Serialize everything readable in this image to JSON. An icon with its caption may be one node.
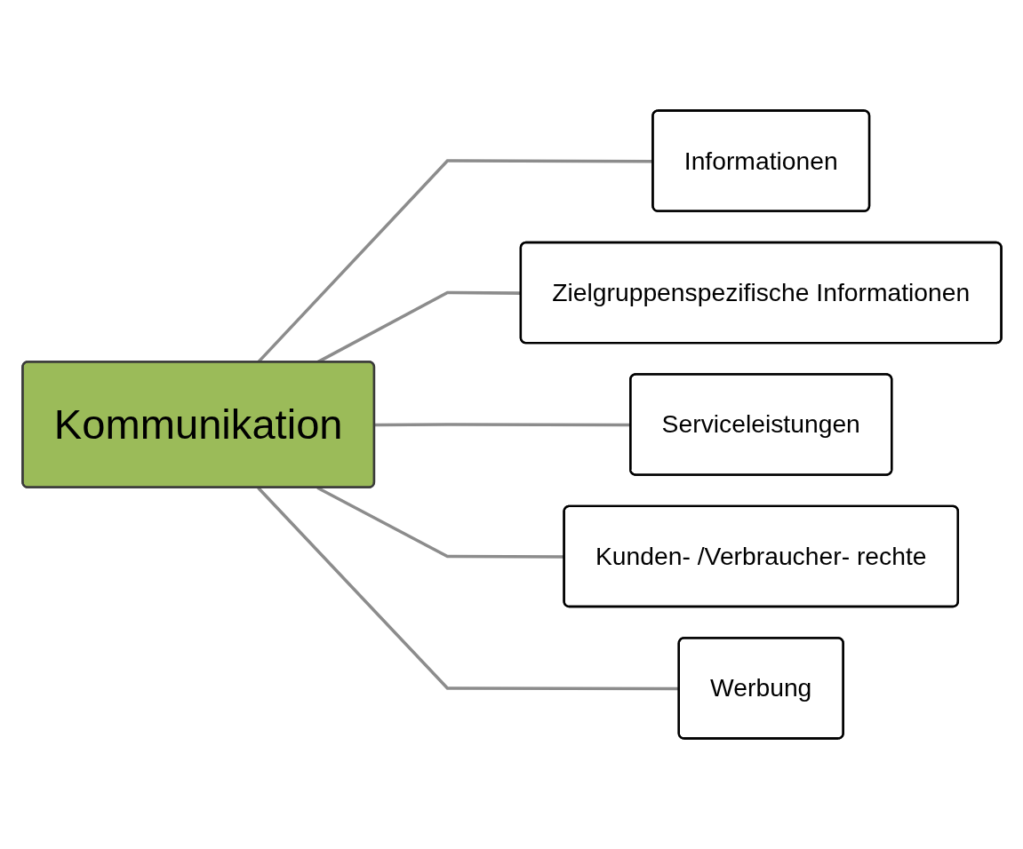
{
  "diagram": {
    "nodes": [
      {
        "text": [
          "Kommunikation"
        ]
      },
      {
        "text": [
          "Informationen"
        ]
      },
      {
        "text": [
          "Zielgruppenspezifische Informationen"
        ]
      },
      {
        "text": [
          "Serviceleistungen"
        ]
      },
      {
        "text": [
          "Kunden- /Verbraucher- rechte"
        ]
      },
      {
        "text": [
          "Werbung"
        ]
      }
    ],
    "edges": [
      {
        "from": 0,
        "to": 1,
        "arrow": "none"
      },
      {
        "from": 0,
        "to": 2,
        "arrow": "none"
      },
      {
        "from": 0,
        "to": 3,
        "arrow": "none"
      },
      {
        "from": 0,
        "to": 4,
        "arrow": "none"
      },
      {
        "from": 0,
        "to": 5,
        "arrow": "none"
      }
    ]
  }
}
